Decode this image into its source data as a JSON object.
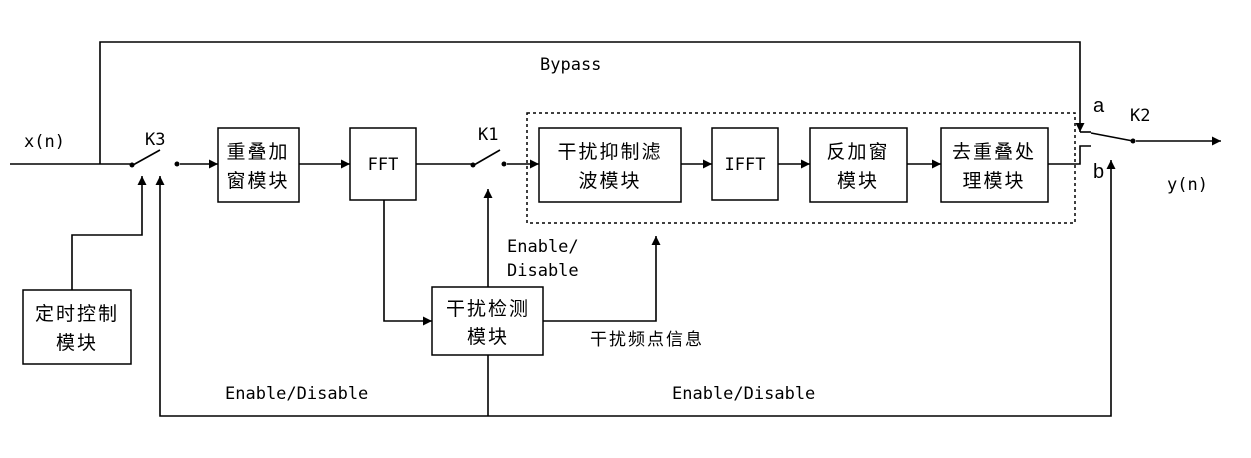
{
  "labels": {
    "bypass": "Bypass",
    "x_in": "x(n)",
    "y_out": "y(n)",
    "k1": "K1",
    "k2": "K2",
    "k3": "K3",
    "a": "a",
    "b": "b",
    "enable_disable": "Enable/Disable",
    "enable_k1_line1": "Enable/",
    "enable_k1_line2": "Disable",
    "interference_info": "干扰频点信息"
  },
  "blocks": {
    "overlap_window": [
      "重叠加",
      "窗模块"
    ],
    "fft": "FFT",
    "filter": [
      "干扰抑制滤",
      "波模块"
    ],
    "ifft": "IFFT",
    "inverse_window": [
      "反加窗",
      "模块"
    ],
    "de_overlap": [
      "去重叠处",
      "理模块"
    ],
    "timer": [
      "定时控制",
      "模块"
    ],
    "detector": [
      "干扰检测",
      "模块"
    ]
  }
}
